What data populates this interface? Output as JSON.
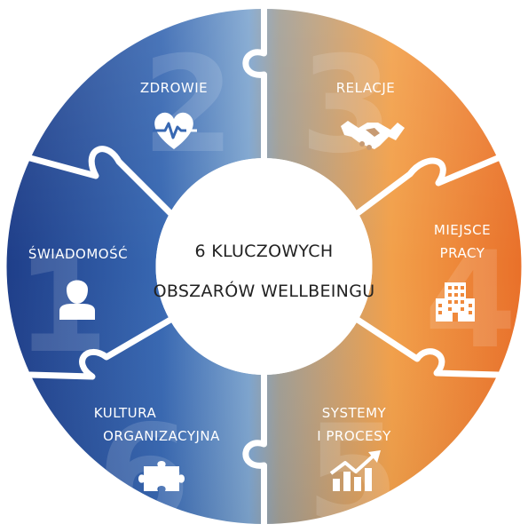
{
  "center": {
    "line1": "6 KLUCZOWYCH",
    "line2": "OBSZARÓW WELLBEINGU"
  },
  "segments": [
    {
      "id": "zdrowie",
      "number": "2",
      "label_lines": [
        "ZDROWIE"
      ],
      "icon": "heart-pulse-icon"
    },
    {
      "id": "relacje",
      "number": "3",
      "label_lines": [
        "RELACJE"
      ],
      "icon": "handshake-icon"
    },
    {
      "id": "miejsce-pracy",
      "number": "4",
      "label_lines": [
        "MIEJSCE",
        "PRACY"
      ],
      "icon": "office-building-icon"
    },
    {
      "id": "systemy",
      "number": "5",
      "label_lines": [
        "SYSTEMY",
        "I PROCESY"
      ],
      "icon": "growth-chart-icon"
    },
    {
      "id": "kultura",
      "number": "6",
      "label_lines": [
        "KULTURA",
        "ORGANIZACYJNA"
      ],
      "icon": "puzzle-piece-icon"
    },
    {
      "id": "swiadomosc",
      "number": "1",
      "label_lines": [
        "ŚWIADOMOŚĆ"
      ],
      "icon": "person-icon"
    }
  ],
  "colors": {
    "blue_dark": "#1f3f8a",
    "blue_mid": "#3868b2",
    "blue_light": "#7ea5cf",
    "gray_mid": "#a19e95",
    "orange_light": "#f2a04a",
    "orange_dark": "#e9712a"
  }
}
